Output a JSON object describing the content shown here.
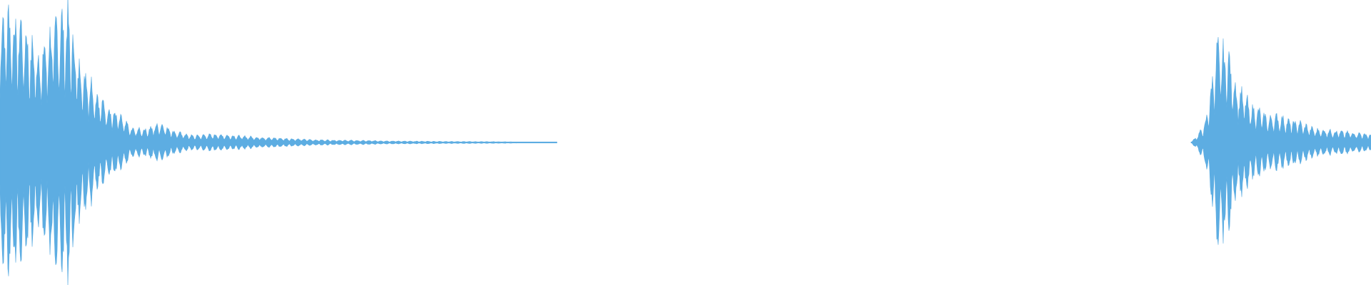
{
  "waveform": {
    "color": "#5DADE2",
    "background": "#FFFFFF",
    "duration_units": 1920,
    "amplitude_range": [
      -1,
      1
    ],
    "center_line": 0,
    "bursts": [
      {
        "name": "burst-1",
        "start": 0,
        "end": 780,
        "peak_amplitude": 0.98,
        "envelope": [
          [
            0,
            0.92
          ],
          [
            12,
            0.98
          ],
          [
            22,
            0.88
          ],
          [
            32,
            0.9
          ],
          [
            42,
            0.74
          ],
          [
            55,
            0.65
          ],
          [
            68,
            0.78
          ],
          [
            80,
            0.9
          ],
          [
            95,
            0.95
          ],
          [
            110,
            0.58
          ],
          [
            125,
            0.48
          ],
          [
            140,
            0.32
          ],
          [
            155,
            0.25
          ],
          [
            170,
            0.18
          ],
          [
            185,
            0.1
          ],
          [
            205,
            0.1
          ],
          [
            225,
            0.14
          ],
          [
            245,
            0.08
          ],
          [
            270,
            0.05
          ],
          [
            300,
            0.06
          ],
          [
            330,
            0.05
          ],
          [
            360,
            0.04
          ],
          [
            400,
            0.03
          ],
          [
            440,
            0.02
          ],
          [
            500,
            0.015
          ],
          [
            560,
            0.01
          ],
          [
            620,
            0.008
          ],
          [
            700,
            0.006
          ],
          [
            780,
            0.0
          ]
        ]
      },
      {
        "name": "burst-2",
        "start": 1668,
        "end": 1920,
        "peak_amplitude": 0.72,
        "envelope": [
          [
            1668,
            0.0
          ],
          [
            1678,
            0.06
          ],
          [
            1688,
            0.14
          ],
          [
            1696,
            0.4
          ],
          [
            1704,
            0.72
          ],
          [
            1712,
            0.68
          ],
          [
            1720,
            0.66
          ],
          [
            1732,
            0.4
          ],
          [
            1742,
            0.36
          ],
          [
            1752,
            0.26
          ],
          [
            1764,
            0.24
          ],
          [
            1776,
            0.18
          ],
          [
            1790,
            0.2
          ],
          [
            1805,
            0.16
          ],
          [
            1820,
            0.15
          ],
          [
            1840,
            0.1
          ],
          [
            1860,
            0.09
          ],
          [
            1880,
            0.08
          ],
          [
            1900,
            0.07
          ],
          [
            1920,
            0.06
          ]
        ]
      }
    ]
  }
}
